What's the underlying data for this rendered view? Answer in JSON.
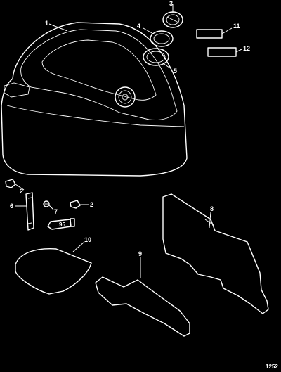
{
  "diagram": {
    "callouts": [
      "1",
      "2",
      "2",
      "3",
      "4",
      "5",
      "6",
      "7",
      "8",
      "9",
      "10",
      "11",
      "12"
    ],
    "tube_label": "95",
    "figure_number": "1252"
  }
}
